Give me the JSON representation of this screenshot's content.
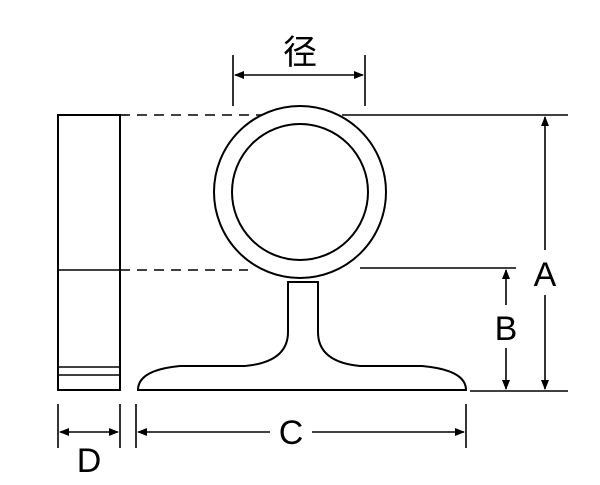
{
  "labels": {
    "diameter": "径",
    "a": "A",
    "b": "B",
    "c": "C",
    "d": "D"
  },
  "colors": {
    "stroke": "#000000",
    "background": "#ffffff"
  }
}
